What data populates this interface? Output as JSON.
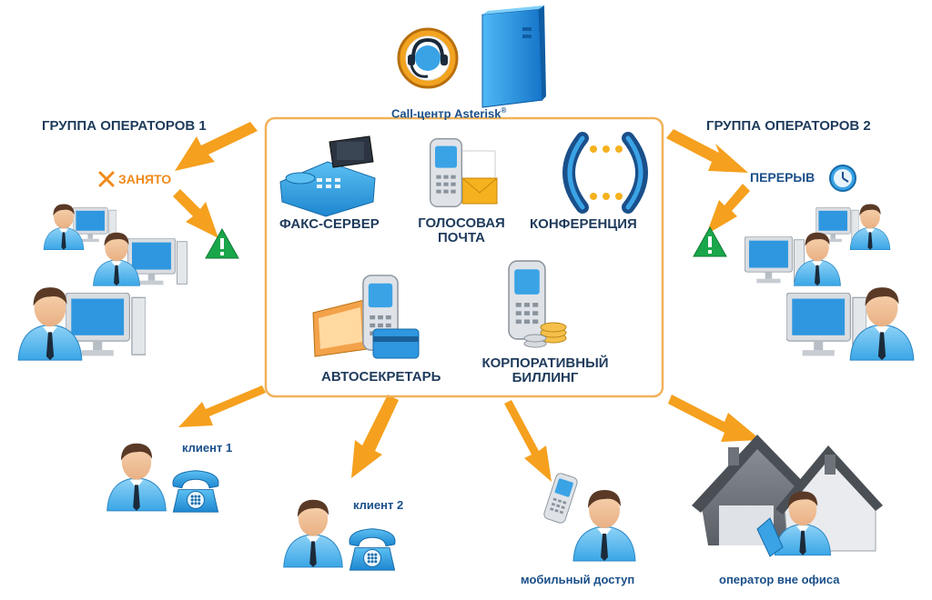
{
  "center": {
    "title": "Call-центр Asterisk",
    "title_mark": "®"
  },
  "groups": {
    "left_title": "ГРУППА ОПЕРАТОРОВ 1",
    "right_title": "ГРУППА ОПЕРАТОРОВ 2",
    "left_status": "ЗАНЯТО",
    "right_status": "ПЕРЕРЫВ"
  },
  "services": {
    "fax": "ФАКС-СЕРВЕР",
    "voicemail_line1": "ГОЛОСОВАЯ",
    "voicemail_line2": "ПОЧТА",
    "conference": "КОНФЕРЕНЦИЯ",
    "autosecretary": "АВТОСЕКРЕТАРЬ",
    "billing_line1": "КОРПОРАТИВНЫЙ",
    "billing_line2": "БИЛЛИНГ"
  },
  "endpoints": {
    "client1": "клиент 1",
    "client2": "клиент 2",
    "mobile": "мобильный доступ",
    "remote": "оператор вне офиса"
  },
  "colors": {
    "arrow": "#f5a01e",
    "box_border": "#f0b25a",
    "accent_blue": "#2fa0e6",
    "server_blue": "#1e8fe0",
    "warning_green": "#1aa64a",
    "busy_orange": "#f08a1c",
    "house_gray": "#6e737a"
  }
}
